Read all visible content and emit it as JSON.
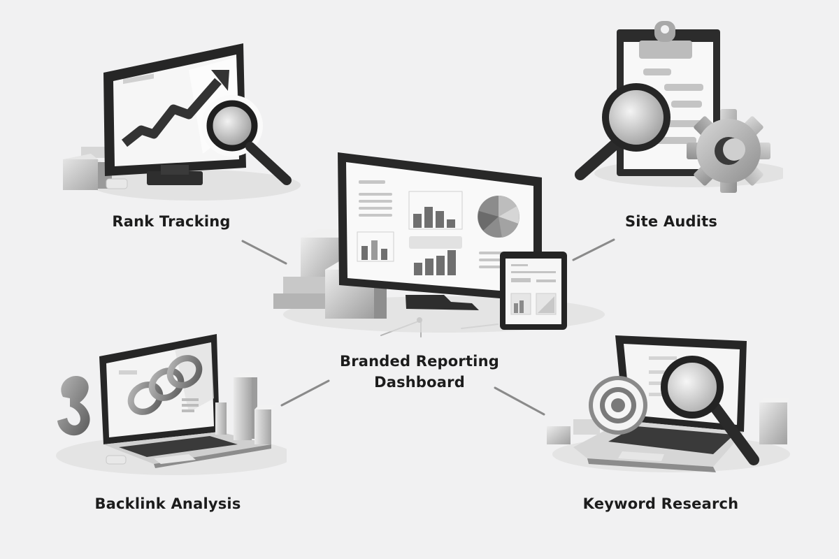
{
  "diagram": {
    "type": "hub-and-spoke",
    "background": "#f1f1f2",
    "center": {
      "id": "branded-reporting-dashboard",
      "label_line1": "Branded Reporting",
      "label_line2": "Dashboard",
      "illustration": "desktop-monitor-with-charts-and-tablet"
    },
    "nodes": [
      {
        "id": "rank-tracking",
        "label": "Rank Tracking",
        "position": "top-left",
        "illustration": "monitor-with-rising-arrow-and-magnifier"
      },
      {
        "id": "site-audits",
        "label": "Site Audits",
        "position": "top-right",
        "illustration": "clipboard-with-magnifier-and-gear"
      },
      {
        "id": "backlink-analysis",
        "label": "Backlink Analysis",
        "position": "bottom-left",
        "illustration": "laptop-with-chain-links"
      },
      {
        "id": "keyword-research",
        "label": "Keyword Research",
        "position": "bottom-right",
        "illustration": "laptop-with-target-and-magnifier"
      }
    ],
    "edges": [
      {
        "from": "branded-reporting-dashboard",
        "to": "rank-tracking"
      },
      {
        "from": "branded-reporting-dashboard",
        "to": "site-audits"
      },
      {
        "from": "branded-reporting-dashboard",
        "to": "backlink-analysis"
      },
      {
        "from": "branded-reporting-dashboard",
        "to": "keyword-research"
      }
    ],
    "colors": {
      "text": "#1c1c1c",
      "device_frame": "#2a2a2a",
      "screen": "#f7f7f7",
      "chart_bar": "#6f6f6f",
      "connector": "#8a8a8a"
    }
  }
}
